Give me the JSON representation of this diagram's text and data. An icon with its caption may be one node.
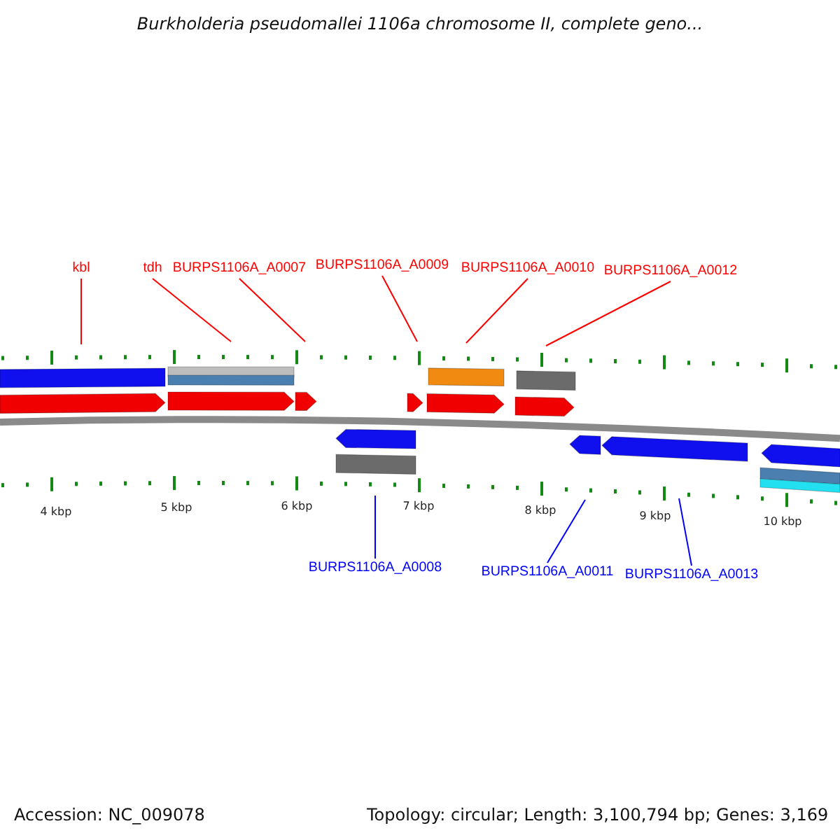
{
  "diagram": {
    "title": "Burkholderia pseudomallei 1106a chromosome II, complete geno...",
    "nodes": [
      {
        "text": [
          "kbl"
        ]
      },
      {
        "text": [
          "tdh"
        ]
      },
      {
        "text": [
          "BURPS1106A_A0007"
        ]
      },
      {
        "text": [
          "BURPS1106A_A0009"
        ]
      },
      {
        "text": [
          "BURPS1106A_A0010"
        ]
      },
      {
        "text": [
          "BURPS1106A_A0012"
        ]
      },
      {
        "text": [
          "BURPS1106A_A0008"
        ]
      },
      {
        "text": [
          "BURPS1106A_A0011"
        ]
      },
      {
        "text": [
          "BURPS1106A_A0013"
        ]
      }
    ],
    "edges": [
      {
        "from": 0,
        "to": null,
        "arrow": "none"
      },
      {
        "from": 1,
        "to": null,
        "arrow": "none"
      },
      {
        "from": 2,
        "to": null,
        "arrow": "none"
      },
      {
        "from": 3,
        "to": null,
        "arrow": "none"
      },
      {
        "from": 4,
        "to": null,
        "arrow": "none"
      },
      {
        "from": 5,
        "to": null,
        "arrow": "none"
      },
      {
        "from": 6,
        "to": null,
        "arrow": "none",
        "color": "#0000ff"
      },
      {
        "from": 7,
        "to": null,
        "arrow": "none",
        "color": "#0000ff"
      },
      {
        "from": 8,
        "to": null,
        "arrow": "none",
        "color": "#0000ff"
      }
    ],
    "labels": [
      "4 kbp",
      "5 kbp",
      "6 kbp",
      "7 kbp",
      "8 kbp",
      "9 kbp",
      "10 kbp",
      "Accession: NC_009078",
      "Topology: circular; Length: 3,100,794 bp; Genes: 3,169"
    ]
  }
}
